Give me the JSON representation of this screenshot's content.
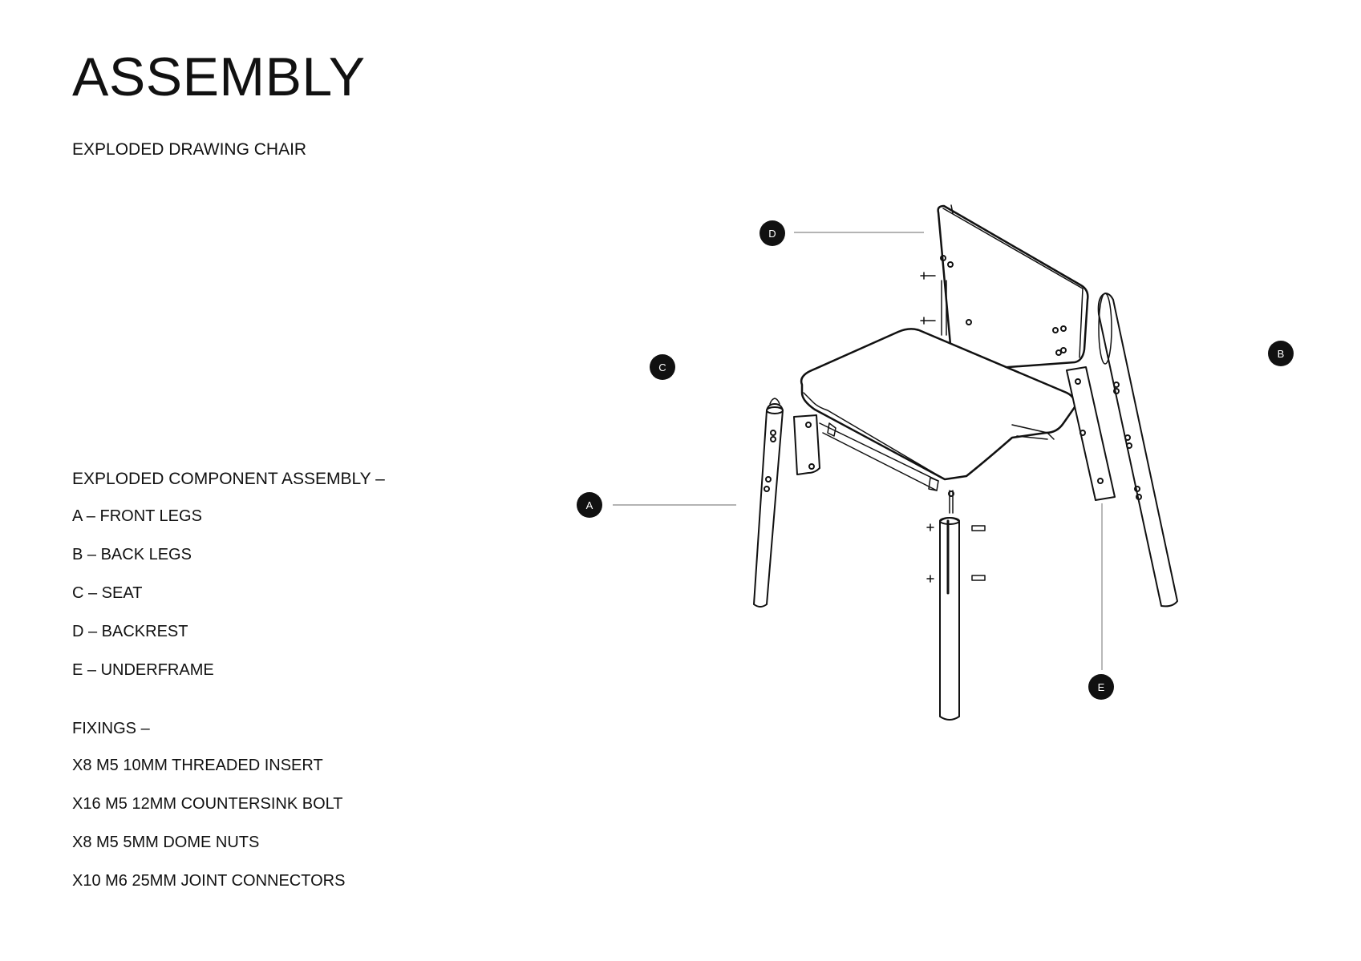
{
  "header": {
    "title": "ASSEMBLY",
    "subtitle": "EXPLODED DRAWING CHAIR"
  },
  "components": {
    "heading": "EXPLODED COMPONENT ASSEMBLY –",
    "items": [
      "A – FRONT LEGS",
      "B – BACK LEGS",
      "C – SEAT",
      "D – BACKREST",
      "E – UNDERFRAME"
    ]
  },
  "fixings": {
    "heading": "FIXINGS –",
    "items": [
      "X8 M5 10MM THREADED INSERT",
      "X16 M5 12MM COUNTERSINK BOLT",
      "X8 M5 5MM DOME NUTS",
      "X10 M6 25MM JOINT CONNECTORS"
    ]
  },
  "callouts": {
    "a": "A",
    "b": "B",
    "c": "C",
    "d": "D",
    "e": "E"
  },
  "colors": {
    "ink": "#111111",
    "leader_line": "#888888",
    "background": "#ffffff"
  }
}
